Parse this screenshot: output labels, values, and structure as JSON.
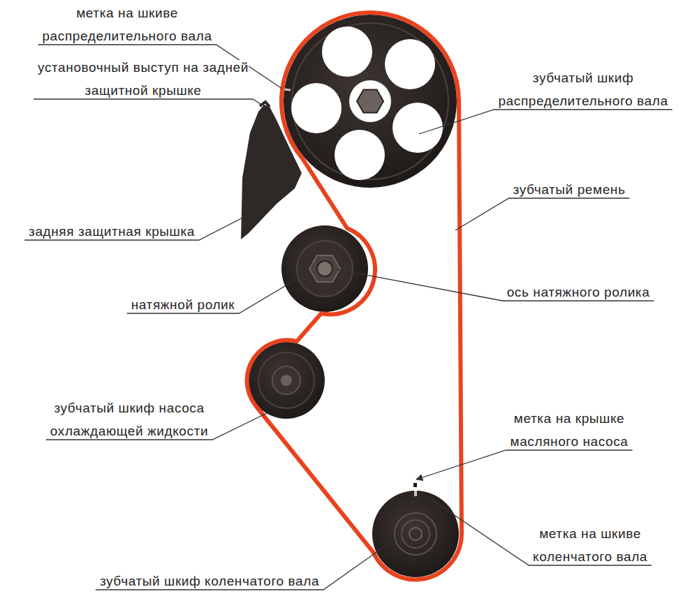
{
  "diagram": {
    "labels": [
      "метка на шкиве распределительного вала",
      "установочный выступ на задней защитной крышке",
      "зубчатый шкиф распределительного вала",
      "зубчатый ремень",
      "задняя защитная крышка",
      "натяжной ролик",
      "ось натяжного ролика",
      "зубчатый шкиф насоса охлаждающей жидкости",
      "метка на крышке масляного насоса",
      "метка на шкиве коленчатого вала",
      "зубчатый шкиф коленчатого вала"
    ]
  }
}
